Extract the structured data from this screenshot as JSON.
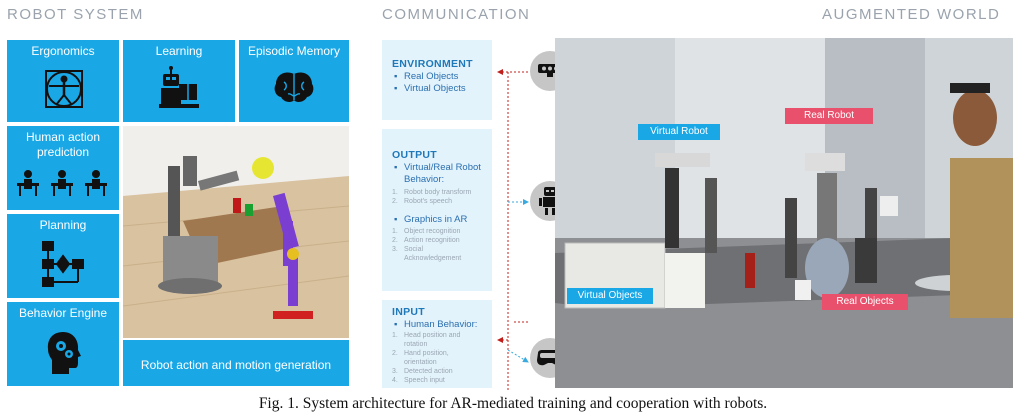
{
  "headers": {
    "robot_system": "ROBOT SYSTEM",
    "communication": "COMMUNICATION",
    "augmented_world": "AUGMENTED WORLD"
  },
  "robot_system": {
    "tiles": {
      "ergonomics": "Ergonomics",
      "learning": "Learning",
      "episodic_memory": "Episodic Memory",
      "human_action_prediction": "Human action prediction",
      "planning": "Planning",
      "behavior_engine": "Behavior Engine",
      "motion_generation": "Robot action and motion generation"
    }
  },
  "communication": {
    "environment": {
      "title": "ENVIRONMENT",
      "items": [
        "Real Objects",
        "Virtual Objects"
      ]
    },
    "output": {
      "title": "OUTPUT",
      "behavior_label": "Virtual/Real Robot Behavior:",
      "behavior_items": [
        "Robot body transform",
        "Robot's speech"
      ],
      "graphics_label": "Graphics in AR",
      "graphics_items": [
        "Object recognition",
        "Action recognition",
        "Social Acknowledgement"
      ]
    },
    "input": {
      "title": "INPUT",
      "behavior_label": "Human Behavior:",
      "behavior_items": [
        "Head position and rotation",
        "Hand position, orientation",
        "Detected action",
        "Speech input"
      ]
    }
  },
  "augmented_world": {
    "labels": {
      "virtual_robot": "Virtual Robot",
      "real_robot": "Real Robot",
      "virtual_objects": "Virtual Objects",
      "real_objects": "Real Objects"
    },
    "colors": {
      "virtual_label": "#19a7e6",
      "real_label": "#e8506b"
    }
  },
  "colors": {
    "tile_blue": "#19a7e6",
    "panel_bg": "#e3f3fc",
    "title_blue": "#1f78b8",
    "arrow_red": "#c0201b",
    "arrow_blue": "#3aa9de"
  },
  "caption": "Fig. 1.  System architecture for AR-mediated training and cooperation with robots."
}
